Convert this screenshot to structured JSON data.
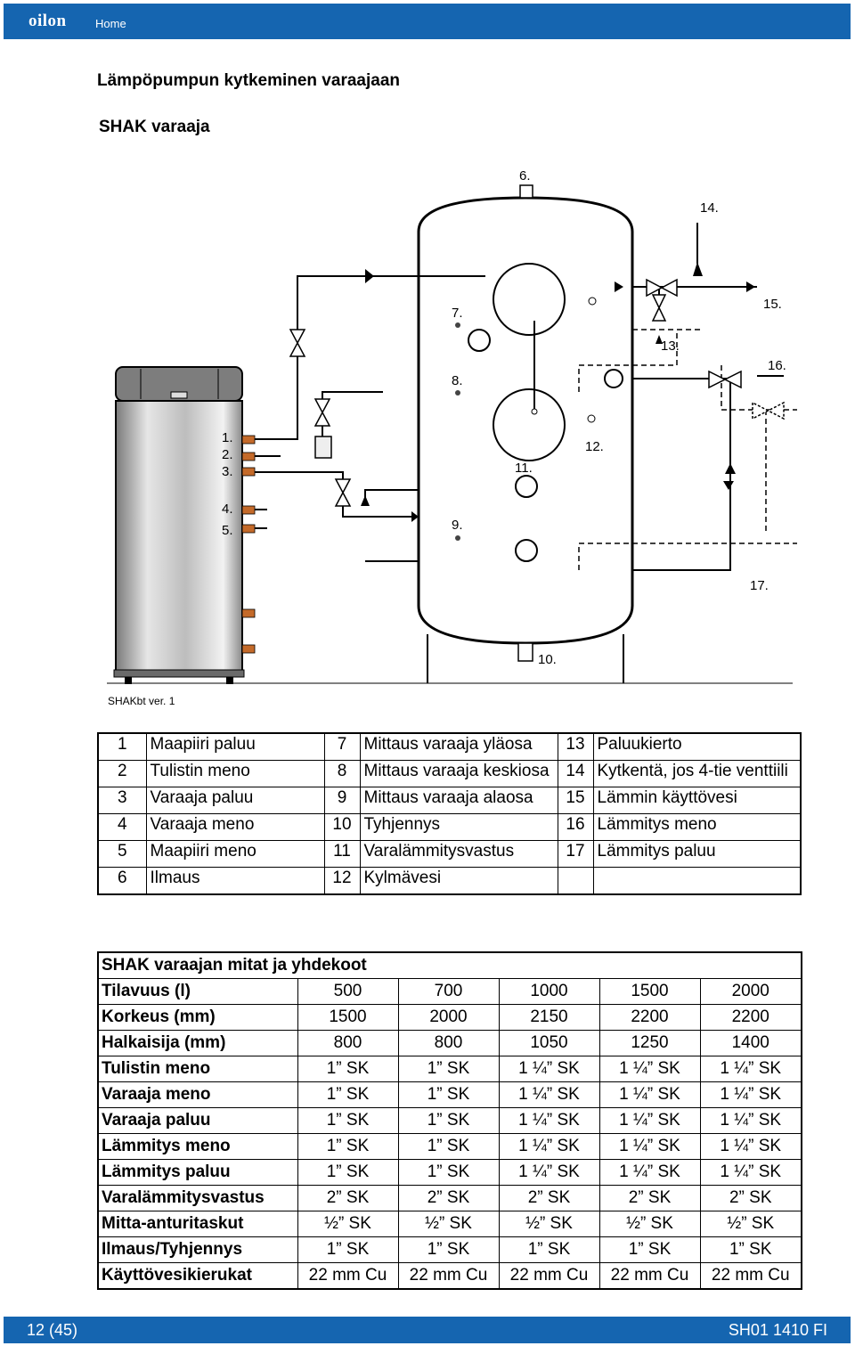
{
  "header": {
    "logo": "oilon",
    "home": "Home"
  },
  "page": {
    "title": "Lämpöpumpun kytkeminen varaajaan",
    "subtitle": "SHAK varaaja"
  },
  "diagram": {
    "caption": "SHAKbt ver. 1",
    "labels": [
      "1.",
      "2.",
      "3.",
      "4.",
      "5.",
      "6.",
      "7.",
      "8.",
      "9.",
      "10.",
      "11.",
      "12.",
      "13.",
      "14.",
      "15.",
      "16.",
      "17."
    ]
  },
  "legend": {
    "rows": [
      [
        {
          "n": "1",
          "t": "Maapiiri paluu"
        },
        {
          "n": "7",
          "t": "Mittaus varaaja yläosa"
        },
        {
          "n": "13",
          "t": "Paluukierto"
        }
      ],
      [
        {
          "n": "2",
          "t": "Tulistin meno"
        },
        {
          "n": "8",
          "t": "Mittaus varaaja keskiosa"
        },
        {
          "n": "14",
          "t": "Kytkentä, jos 4-tie venttiili"
        }
      ],
      [
        {
          "n": "3",
          "t": "Varaaja paluu"
        },
        {
          "n": "9",
          "t": "Mittaus varaaja alaosa"
        },
        {
          "n": "15",
          "t": "Lämmin käyttövesi"
        }
      ],
      [
        {
          "n": "4",
          "t": "Varaaja meno"
        },
        {
          "n": "10",
          "t": "Tyhjennys"
        },
        {
          "n": "16",
          "t": "Lämmitys meno"
        }
      ],
      [
        {
          "n": "5",
          "t": "Maapiiri meno"
        },
        {
          "n": "11",
          "t": "Varalämmitysvastus"
        },
        {
          "n": "17",
          "t": "Lämmitys paluu"
        }
      ],
      [
        {
          "n": "6",
          "t": "Ilmaus"
        },
        {
          "n": "12",
          "t": "Kylmävesi"
        },
        {
          "n": "",
          "t": ""
        }
      ]
    ]
  },
  "dims": {
    "title": "SHAK varaajan mitat ja yhdekoot",
    "rows": [
      {
        "label": "Tilavuus (l)",
        "values": [
          "500",
          "700",
          "1000",
          "1500",
          "2000"
        ]
      },
      {
        "label": "Korkeus (mm)",
        "values": [
          "1500",
          "2000",
          "2150",
          "2200",
          "2200"
        ]
      },
      {
        "label": "Halkaisija (mm)",
        "values": [
          "800",
          "800",
          "1050",
          "1250",
          "1400"
        ]
      },
      {
        "label": "Tulistin meno",
        "values": [
          "1” SK",
          "1” SK",
          "1 ¼” SK",
          "1 ¼” SK",
          "1 ¼” SK"
        ]
      },
      {
        "label": "Varaaja meno",
        "values": [
          "1” SK",
          "1” SK",
          "1 ¼” SK",
          "1 ¼” SK",
          "1 ¼” SK"
        ]
      },
      {
        "label": "Varaaja paluu",
        "values": [
          "1” SK",
          "1” SK",
          "1 ¼” SK",
          "1 ¼” SK",
          "1 ¼” SK"
        ]
      },
      {
        "label": "Lämmitys meno",
        "values": [
          "1” SK",
          "1” SK",
          "1 ¼” SK",
          "1 ¼” SK",
          "1 ¼” SK"
        ]
      },
      {
        "label": "Lämmitys paluu",
        "values": [
          "1” SK",
          "1” SK",
          "1 ¼” SK",
          "1 ¼” SK",
          "1 ¼” SK"
        ]
      },
      {
        "label": "Varalämmitysvastus",
        "values": [
          "2” SK",
          "2” SK",
          "2” SK",
          "2” SK",
          "2” SK"
        ]
      },
      {
        "label": "Mitta-anturitaskut",
        "values": [
          "½” SK",
          "½” SK",
          "½” SK",
          "½” SK",
          "½” SK"
        ]
      },
      {
        "label": "Ilmaus/Tyhjennys",
        "values": [
          "1” SK",
          "1” SK",
          "1” SK",
          "1” SK",
          "1” SK"
        ]
      },
      {
        "label": "Käyttövesikierukat",
        "values": [
          "22 mm Cu",
          "22 mm Cu",
          "22 mm Cu",
          "22 mm Cu",
          "22 mm Cu"
        ]
      }
    ]
  },
  "footer": {
    "page_number": "12 (45)",
    "doc_code": "SH01 1410 FI"
  },
  "colors": {
    "brand": "#1565b0"
  }
}
